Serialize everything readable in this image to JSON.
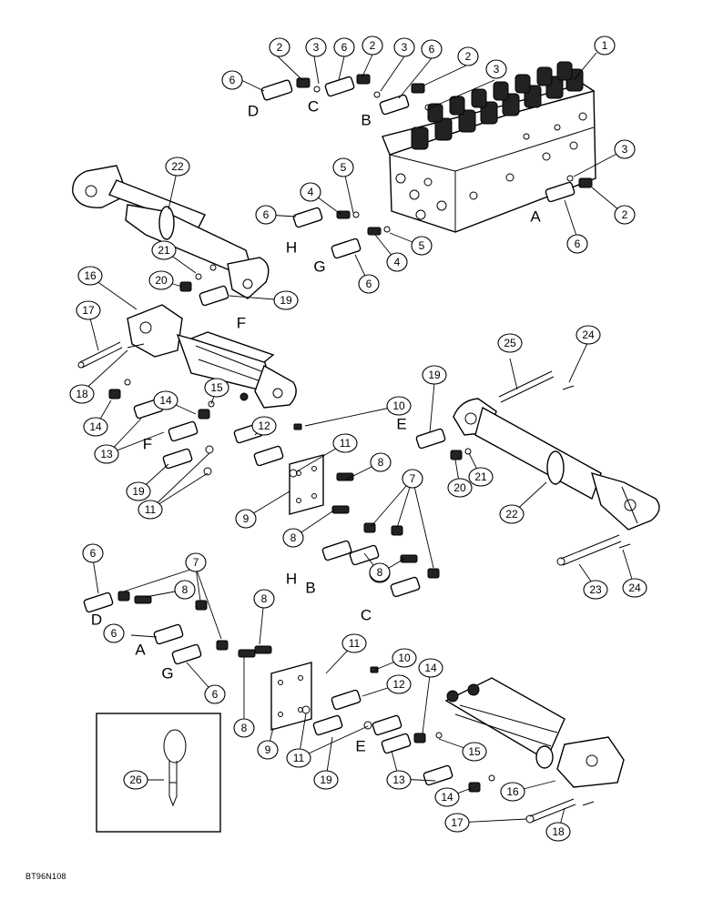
{
  "figure_code": "BT96N108",
  "callouts": [
    {
      "n": "1"
    },
    {
      "n": "2"
    },
    {
      "n": "3"
    },
    {
      "n": "6"
    },
    {
      "n": "2"
    },
    {
      "n": "3"
    },
    {
      "n": "6"
    },
    {
      "n": "2"
    },
    {
      "n": "3"
    },
    {
      "n": "6"
    },
    {
      "n": "3"
    },
    {
      "n": "2"
    },
    {
      "n": "6"
    },
    {
      "n": "5"
    },
    {
      "n": "4"
    },
    {
      "n": "5"
    },
    {
      "n": "4"
    },
    {
      "n": "6"
    },
    {
      "n": "6"
    },
    {
      "n": "22"
    },
    {
      "n": "21"
    },
    {
      "n": "20"
    },
    {
      "n": "19"
    },
    {
      "n": "16"
    },
    {
      "n": "17"
    },
    {
      "n": "18"
    },
    {
      "n": "14"
    },
    {
      "n": "15"
    },
    {
      "n": "14"
    },
    {
      "n": "13"
    },
    {
      "n": "12"
    },
    {
      "n": "10"
    },
    {
      "n": "11"
    },
    {
      "n": "19"
    },
    {
      "n": "11"
    },
    {
      "n": "9"
    },
    {
      "n": "8"
    },
    {
      "n": "8"
    },
    {
      "n": "7"
    },
    {
      "n": "6"
    },
    {
      "n": "8"
    },
    {
      "n": "25"
    },
    {
      "n": "24"
    },
    {
      "n": "19"
    },
    {
      "n": "21"
    },
    {
      "n": "20"
    },
    {
      "n": "22"
    },
    {
      "n": "23"
    },
    {
      "n": "24"
    },
    {
      "n": "6"
    },
    {
      "n": "7"
    },
    {
      "n": "8"
    },
    {
      "n": "6"
    },
    {
      "n": "8"
    },
    {
      "n": "6"
    },
    {
      "n": "8"
    },
    {
      "n": "11"
    },
    {
      "n": "10"
    },
    {
      "n": "12"
    },
    {
      "n": "14"
    },
    {
      "n": "9"
    },
    {
      "n": "11"
    },
    {
      "n": "19"
    },
    {
      "n": "13"
    },
    {
      "n": "15"
    },
    {
      "n": "14"
    },
    {
      "n": "16"
    },
    {
      "n": "17"
    },
    {
      "n": "18"
    },
    {
      "n": "26"
    }
  ],
  "port_labels": [
    {
      "text": "D"
    },
    {
      "text": "C"
    },
    {
      "text": "B"
    },
    {
      "text": "A"
    },
    {
      "text": "H"
    },
    {
      "text": "G"
    },
    {
      "text": "F"
    },
    {
      "text": "F"
    },
    {
      "text": "E"
    },
    {
      "text": "H"
    },
    {
      "text": "B"
    },
    {
      "text": "C"
    },
    {
      "text": "D"
    },
    {
      "text": "A"
    },
    {
      "text": "G"
    },
    {
      "text": "E"
    }
  ]
}
